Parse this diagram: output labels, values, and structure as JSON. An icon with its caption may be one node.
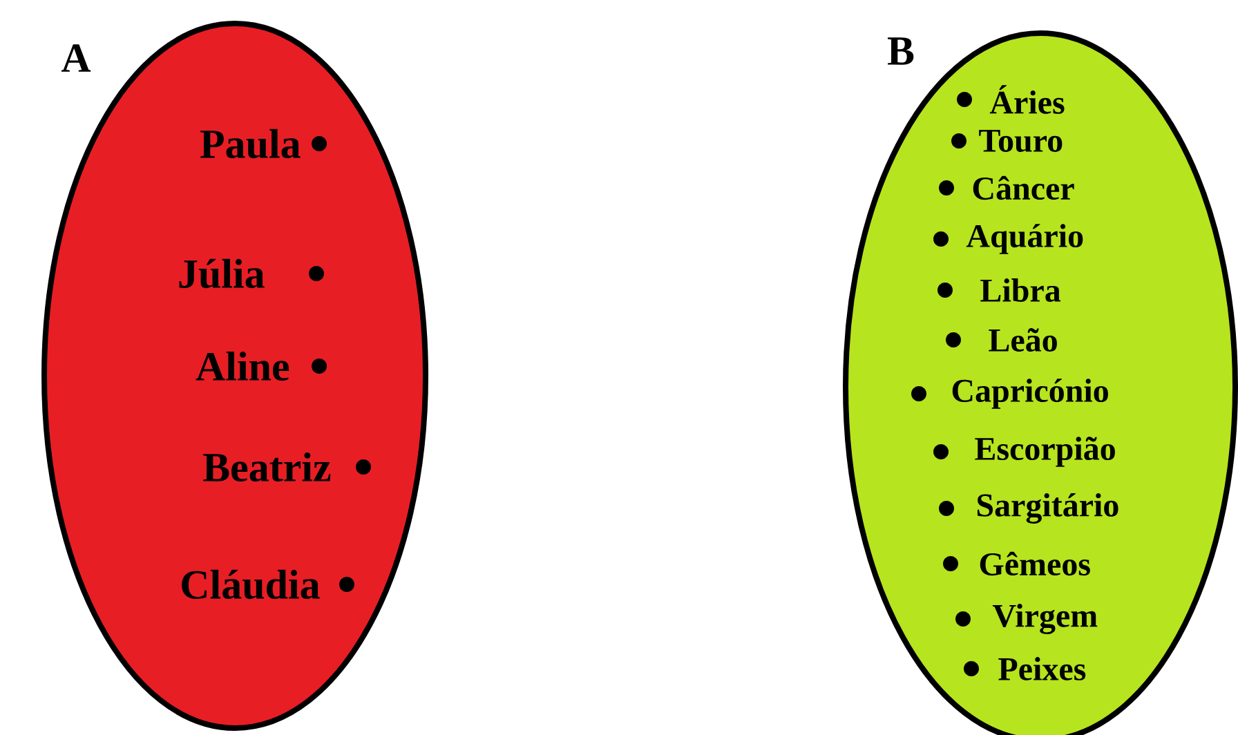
{
  "diagram": {
    "nodes": [
      {
        "text": [
          "A"
        ]
      },
      {
        "text": [
          "Paula"
        ],
        "in": 0
      },
      {
        "text": [
          "Júlia"
        ],
        "in": 0
      },
      {
        "text": [
          "Aline"
        ],
        "in": 0
      },
      {
        "text": [
          "Beatriz"
        ],
        "in": 0
      },
      {
        "text": [
          "Cláudia"
        ],
        "in": 0
      },
      {
        "text": [
          "B"
        ]
      },
      {
        "text": [
          "Áries"
        ],
        "in": 6
      },
      {
        "text": [
          "Touro"
        ],
        "in": 6
      },
      {
        "text": [
          "Câncer"
        ],
        "in": 6
      },
      {
        "text": [
          "Aquário"
        ],
        "in": 6
      },
      {
        "text": [
          "Libra"
        ],
        "in": 6
      },
      {
        "text": [
          "Leão"
        ],
        "in": 6
      },
      {
        "text": [
          "Capricónio"
        ],
        "in": 6
      },
      {
        "text": [
          "Escorpião"
        ],
        "in": 6
      },
      {
        "text": [
          "Sargitário"
        ],
        "in": 6
      },
      {
        "text": [
          "Gêmeos"
        ],
        "in": 6
      },
      {
        "text": [
          "Virgem"
        ],
        "in": 6
      },
      {
        "text": [
          "Peixes"
        ],
        "in": 6
      }
    ]
  }
}
